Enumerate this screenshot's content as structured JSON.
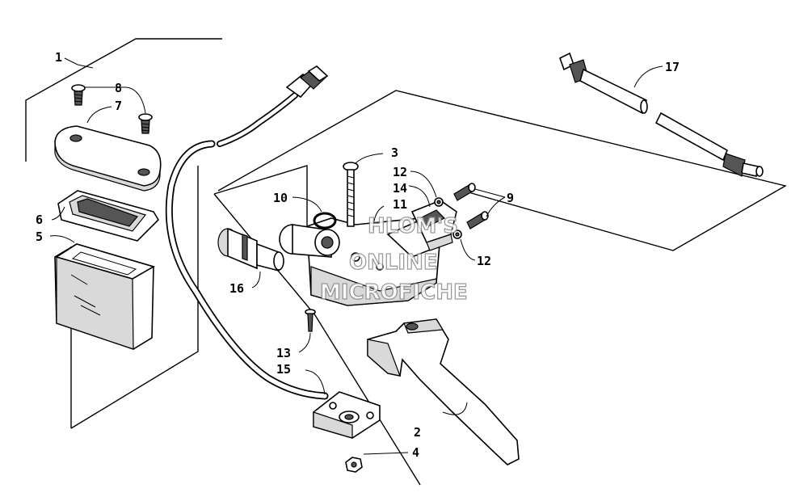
{
  "callouts": [
    {
      "id": "1",
      "text": "1"
    },
    {
      "id": "2",
      "text": "2"
    },
    {
      "id": "3",
      "text": "3"
    },
    {
      "id": "4",
      "text": "4"
    },
    {
      "id": "5",
      "text": "5"
    },
    {
      "id": "6",
      "text": "6"
    },
    {
      "id": "7",
      "text": "7"
    },
    {
      "id": "8",
      "text": "8"
    },
    {
      "id": "9",
      "text": "9"
    },
    {
      "id": "10",
      "text": "10"
    },
    {
      "id": "11",
      "text": "11"
    },
    {
      "id": "12a",
      "text": "12"
    },
    {
      "id": "12b",
      "text": "12"
    },
    {
      "id": "13",
      "text": "13"
    },
    {
      "id": "14",
      "text": "14"
    },
    {
      "id": "15",
      "text": "15"
    },
    {
      "id": "16",
      "text": "16"
    },
    {
      "id": "17",
      "text": "17"
    }
  ],
  "watermark": [
    "HLOM'S",
    "ONLINE",
    "MICROFICHE"
  ]
}
